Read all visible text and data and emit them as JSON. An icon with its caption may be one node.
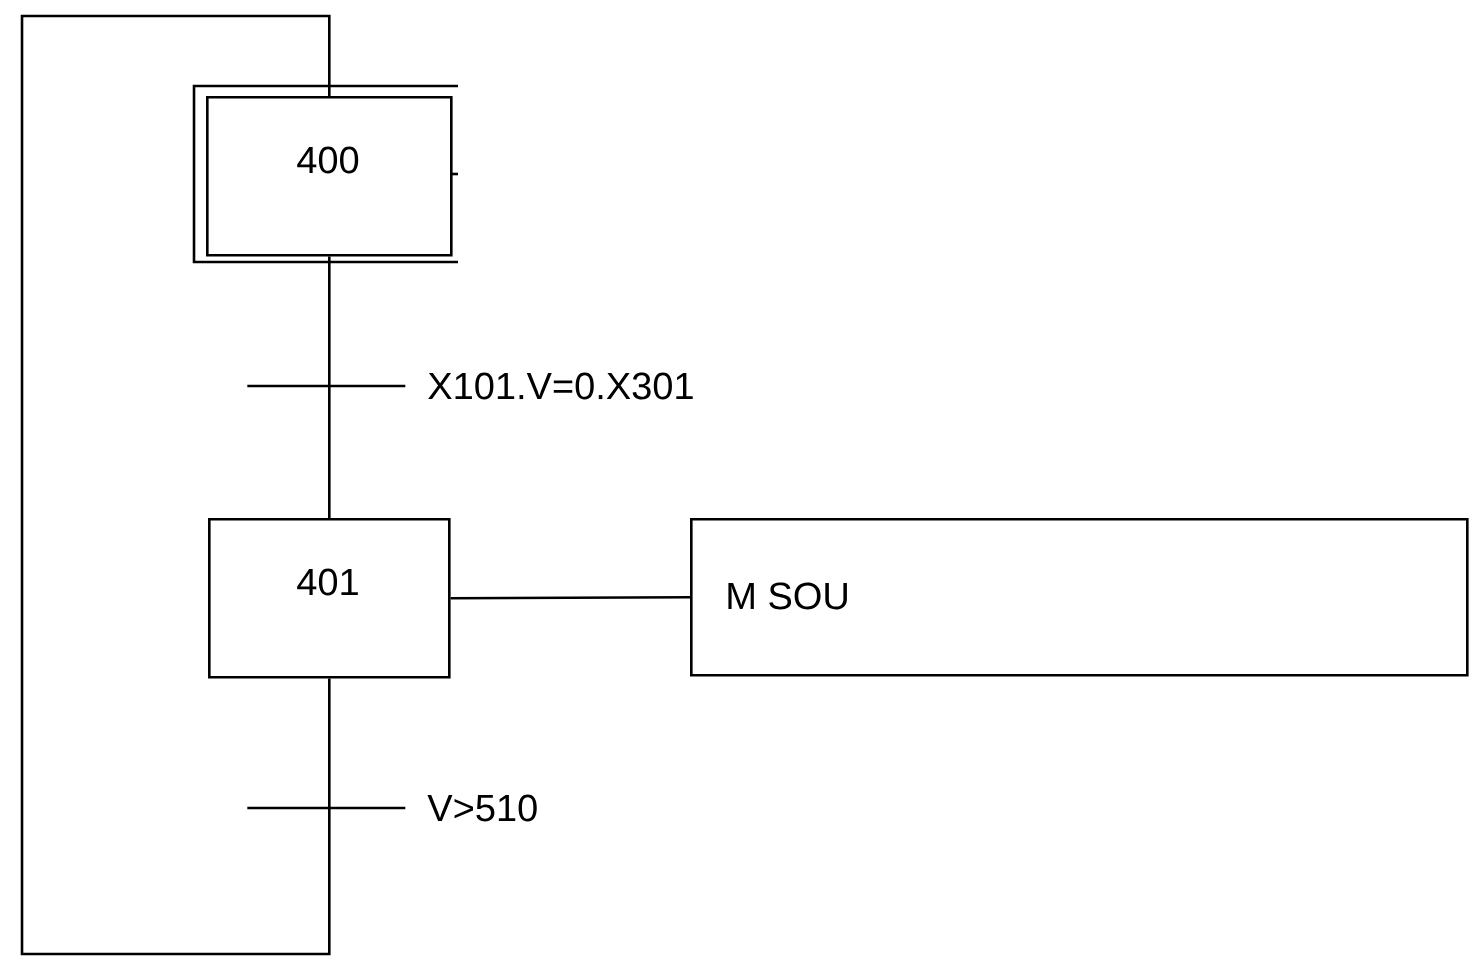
{
  "diagram": {
    "nodes": [
      {
        "text": [
          "400"
        ]
      },
      {
        "text": [
          "401"
        ]
      },
      {
        "text": [
          "M SOU"
        ]
      }
    ],
    "edges": [
      {
        "from": 0,
        "to": 1,
        "arrow": "none",
        "label": "X101.V=0.X301"
      },
      {
        "from": 1,
        "to": 2,
        "arrow": "none"
      },
      {
        "from": 1,
        "to": 0,
        "arrow": "none",
        "label": "V>510"
      }
    ]
  }
}
